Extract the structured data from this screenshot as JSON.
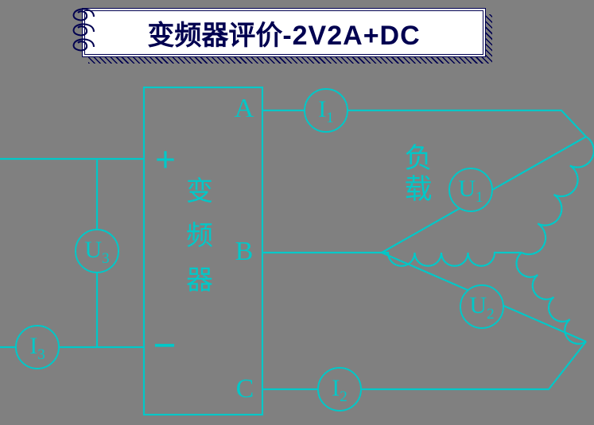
{
  "title": {
    "zh": "变频器评价",
    "en": "-2V2A+DC"
  },
  "converter": {
    "name_chars": [
      "变",
      "频",
      "器"
    ],
    "plus": "+",
    "minus": "−",
    "terminal_a": "A",
    "terminal_b": "B",
    "terminal_c": "C"
  },
  "load": {
    "name_chars": [
      "负",
      "载"
    ]
  },
  "meters": {
    "i1": {
      "base": "I",
      "sub": "1"
    },
    "i2": {
      "base": "I",
      "sub": "2"
    },
    "i3": {
      "base": "I",
      "sub": "3"
    },
    "u1": {
      "base": "U",
      "sub": "1"
    },
    "u2": {
      "base": "U",
      "sub": "2"
    },
    "u3": {
      "base": "U",
      "sub": "3"
    }
  },
  "colors": {
    "background": "#808080",
    "wire": "#00c8c8",
    "title_text": "#000050",
    "banner_bg": "#ffffff"
  }
}
